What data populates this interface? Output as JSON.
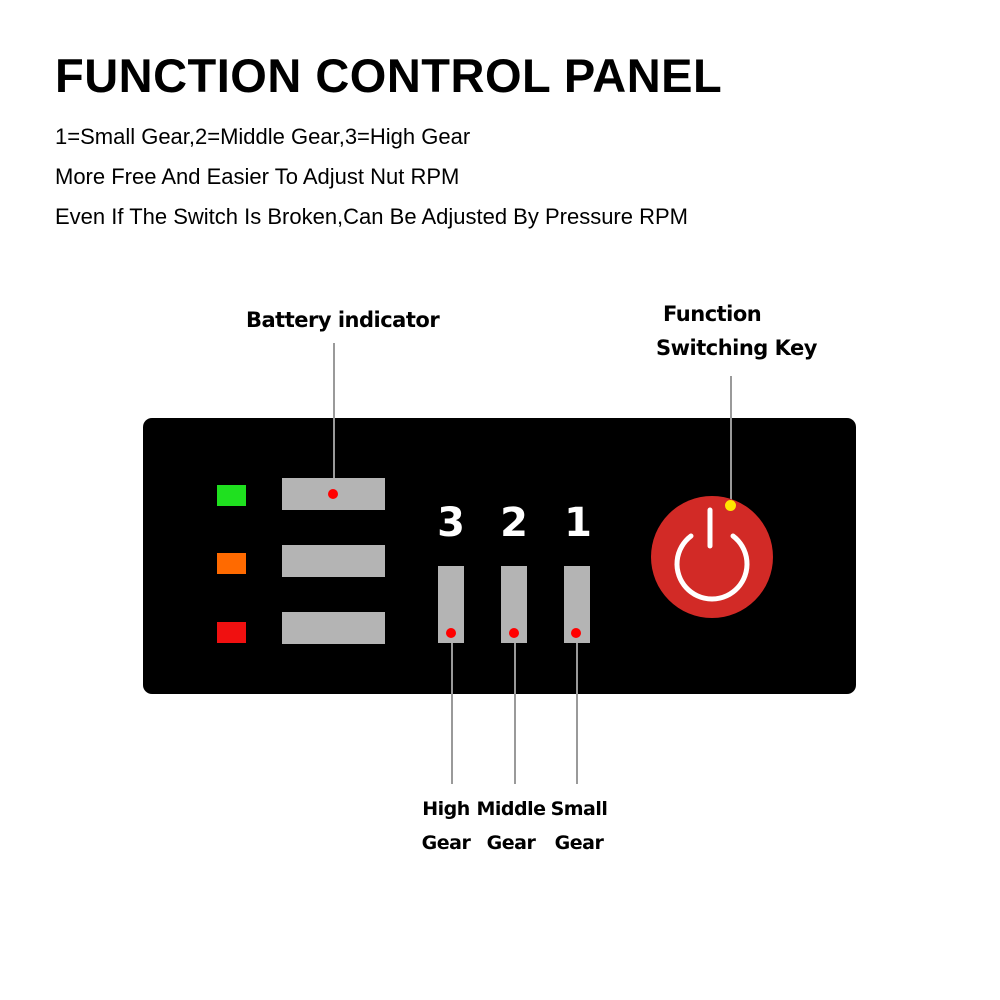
{
  "header": {
    "title": "FUNCTION CONTROL PANEL",
    "lines": [
      "1=Small Gear,2=Middle Gear,3=High Gear",
      "More Free And Easier To Adjust Nut RPM",
      "Even If The Switch Is Broken,Can Be Adjusted By Pressure RPM"
    ]
  },
  "callouts": {
    "battery": "Battery indicator",
    "function_line1": "Function",
    "function_line2": "Switching Key"
  },
  "gears": {
    "numbers": [
      "3",
      "2",
      "1"
    ],
    "labels": [
      {
        "line1": "High",
        "line2": "Gear"
      },
      {
        "line1": "Middle",
        "line2": "Gear"
      },
      {
        "line1": "Small",
        "line2": "Gear"
      }
    ]
  },
  "icons": {
    "power": "power-icon"
  },
  "colors": {
    "panel": "#000000",
    "led_green": "#1fe01f",
    "led_orange": "#ff6a00",
    "led_red": "#f01010",
    "button": "#d22a26",
    "indicator_dot": "#ff0000",
    "indicator_dot_key": "#ffe600"
  }
}
